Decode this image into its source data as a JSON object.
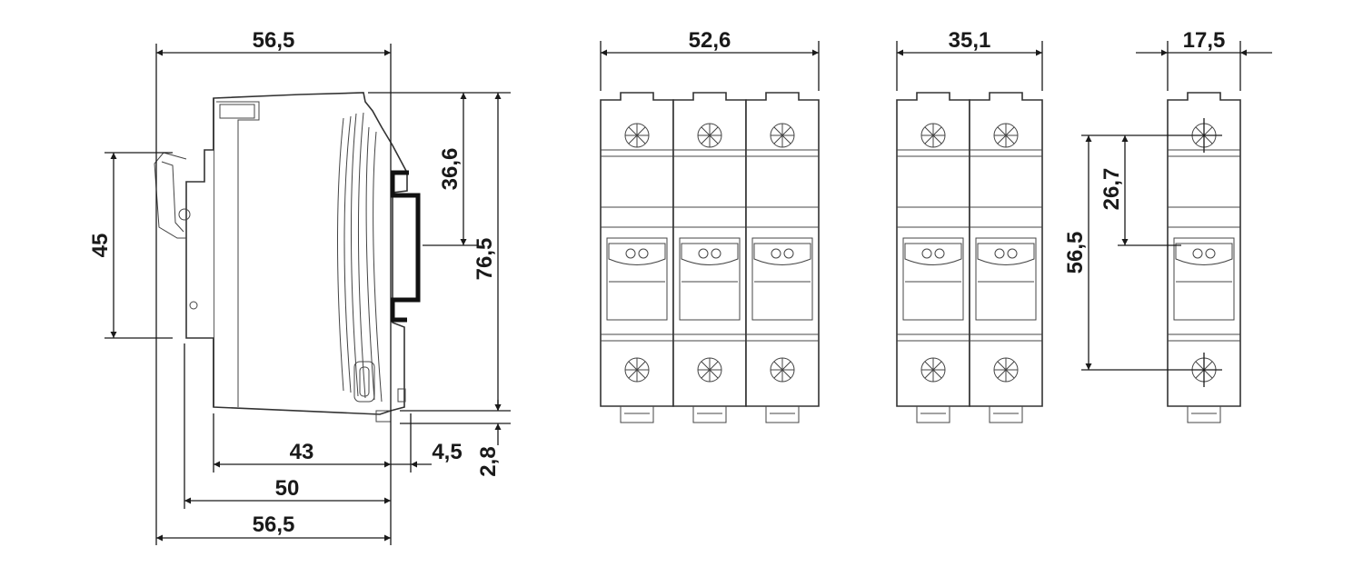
{
  "dimensions": {
    "side_top_width": "56,5",
    "side_left_height": "45",
    "side_rail_height": "36,6",
    "side_total_height": "76,5",
    "side_bottom_43": "43",
    "side_bottom_4_5": "4,5",
    "side_bottom_2_8": "2,8",
    "side_bottom_50": "50",
    "side_bottom_56_5": "56,5",
    "three_pole_width": "52,6",
    "two_pole_width": "35,1",
    "one_pole_width": "17,5",
    "one_pole_screw_pitch": "56,5",
    "one_pole_upper_offset": "26,7"
  },
  "colors": {
    "line": "#1a1a1a",
    "background": "#ffffff"
  }
}
